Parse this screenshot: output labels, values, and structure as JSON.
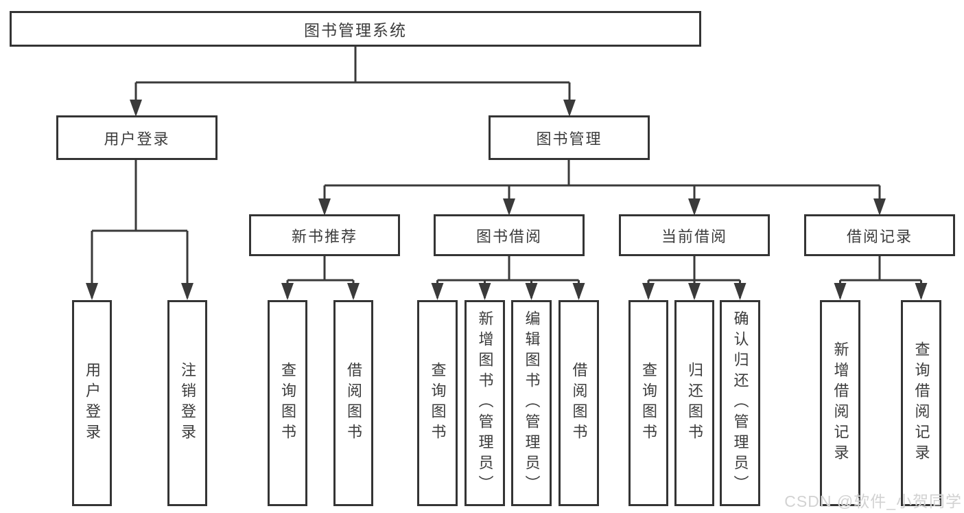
{
  "diagram": {
    "root": {
      "label": "图书管理系统"
    },
    "level2": [
      {
        "label": "用户登录"
      },
      {
        "label": "图书管理"
      }
    ],
    "level3": [
      {
        "label": "新书推荐",
        "parent": "图书管理"
      },
      {
        "label": "图书借阅",
        "parent": "图书管理"
      },
      {
        "label": "当前借阅",
        "parent": "图书管理"
      },
      {
        "label": "借阅记录",
        "parent": "图书管理"
      }
    ],
    "leaves": [
      {
        "label": "用户登录",
        "parent": "用户登录"
      },
      {
        "label": "注销登录",
        "parent": "用户登录"
      },
      {
        "label": "查询图书",
        "parent": "新书推荐"
      },
      {
        "label": "借阅图书",
        "parent": "新书推荐"
      },
      {
        "label": "查询图书",
        "parent": "图书借阅"
      },
      {
        "label": "新增图书（管理员）",
        "parent": "图书借阅"
      },
      {
        "label": "编辑图书（管理员）",
        "parent": "图书借阅"
      },
      {
        "label": "借阅图书",
        "parent": "图书借阅"
      },
      {
        "label": "查询图书",
        "parent": "当前借阅"
      },
      {
        "label": "归还图书",
        "parent": "当前借阅"
      },
      {
        "label": "确认归还（管理员）",
        "parent": "当前借阅"
      },
      {
        "label": "新增借阅记录",
        "parent": "借阅记录"
      },
      {
        "label": "查询借阅记录",
        "parent": "借阅记录"
      }
    ]
  },
  "watermark": {
    "text": "CSDN @软件_小贺同学"
  },
  "colors": {
    "background": "#ffffff",
    "box_border": "#343434",
    "box_fill": "#ffffff",
    "line": "#3a3a3a",
    "text": "#3c3c3c",
    "watermark": "#d2d2d2"
  }
}
